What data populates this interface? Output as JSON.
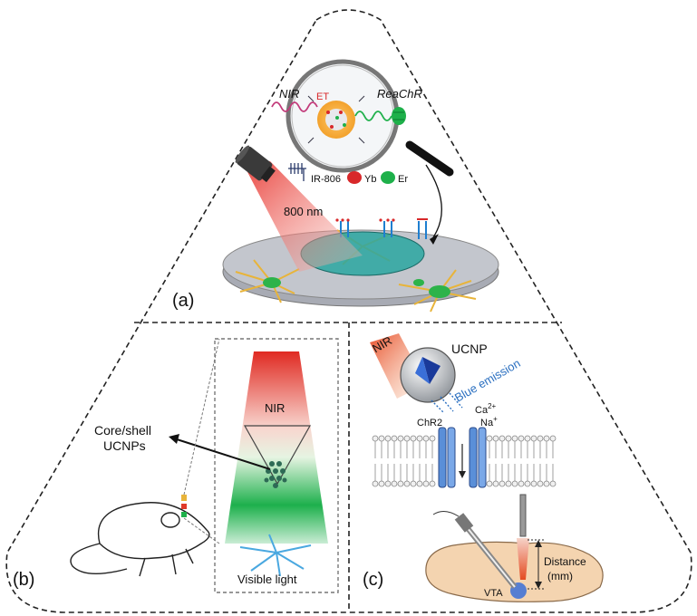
{
  "panel_a": {
    "label": "(a)",
    "nir": "NIR",
    "et": "ET",
    "reachr": "ReaChR",
    "legend_ir806": "IR-806",
    "legend_yb": "Yb",
    "legend_er": "Er",
    "laser_wavelength": "800 nm"
  },
  "panel_b": {
    "label": "(b)",
    "core_shell_line1": "Core/shell",
    "core_shell_line2": "UCNPs",
    "nir": "NIR",
    "visible_light": "Visible light"
  },
  "panel_c": {
    "label": "(c)",
    "nir": "NIR",
    "ucnp": "UCNP",
    "blue_emission": "Blue emission",
    "chr2": "ChR2",
    "ca": "Ca",
    "ca_charge": "2+",
    "na": "Na",
    "na_charge": "+",
    "distance_line1": "Distance",
    "distance_line2": "(mm)",
    "vta": "VTA"
  },
  "colors": {
    "nir_red": "#e03a2a",
    "green_emission": "#1eb04a",
    "blue_emission": "#3a6fd8",
    "neuron_yellow": "#e8b43a",
    "dish_gray": "#a8abb4"
  }
}
